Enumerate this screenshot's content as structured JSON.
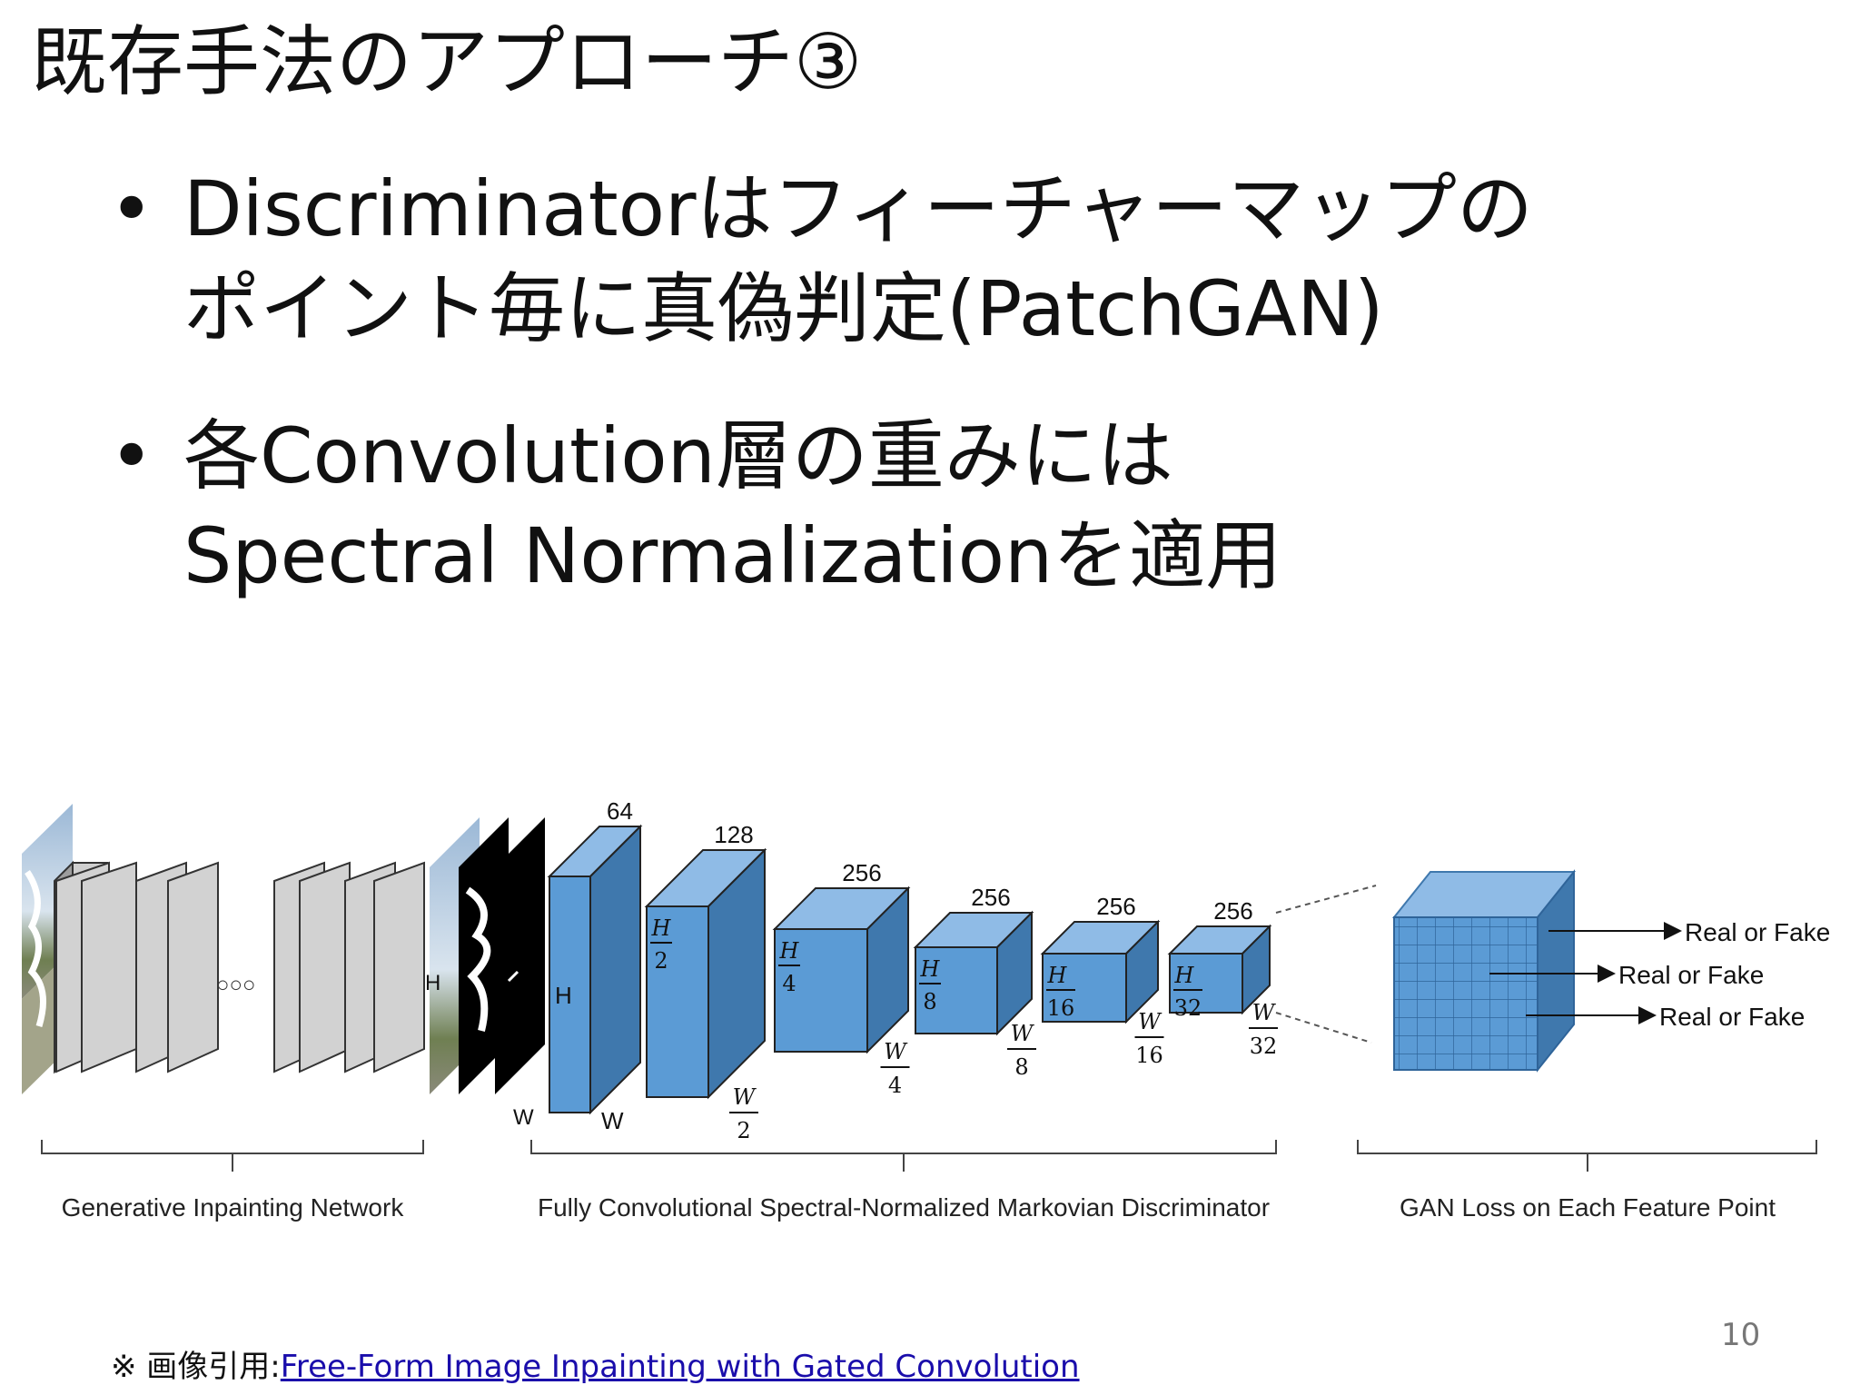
{
  "slide": {
    "title": "既存手法のアプローチ③",
    "bullet_symbol": "•",
    "bullets": [
      {
        "lines": [
          "Discriminatorはフィーチャーマップの",
          "ポイント毎に真偽判定(PatchGAN)"
        ]
      },
      {
        "lines": [
          "各Convolution層の重みには",
          "Spectral Normalizationを適用"
        ]
      }
    ],
    "page_number": "10"
  },
  "diagram": {
    "input_dims": {
      "h": "H",
      "w": "W"
    },
    "dots": "○○○",
    "blocks": [
      {
        "channels": "64",
        "h": "H",
        "w": "W"
      },
      {
        "channels": "128",
        "h_num": "H",
        "h_den": "2",
        "w_num": "W",
        "w_den": "2"
      },
      {
        "channels": "256",
        "h_num": "H",
        "h_den": "4",
        "w_num": "W",
        "w_den": "4"
      },
      {
        "channels": "256",
        "h_num": "H",
        "h_den": "8",
        "w_num": "W",
        "w_den": "8"
      },
      {
        "channels": "256",
        "h_num": "H",
        "h_den": "16",
        "w_num": "W",
        "w_den": "16"
      },
      {
        "channels": "256",
        "h_num": "H",
        "h_den": "32",
        "w_num": "W",
        "w_den": "32"
      }
    ],
    "outputs": [
      "Real or Fake",
      "Real or Fake",
      "Real or Fake"
    ],
    "sections": [
      "Generative Inpainting Network",
      "Fully Convolutional Spectral-Normalized Markovian Discriminator",
      "GAN Loss on Each Feature Point"
    ],
    "colors": {
      "cube_front": "#5b9bd5",
      "cube_top": "#8fbbe6",
      "cube_side": "#3f78ad",
      "layer_gray": "#cfcfcf"
    }
  },
  "footnote": {
    "prefix": "※ 画像引用:",
    "link_text": "Free-Form Image Inpainting with Gated Convolution"
  }
}
